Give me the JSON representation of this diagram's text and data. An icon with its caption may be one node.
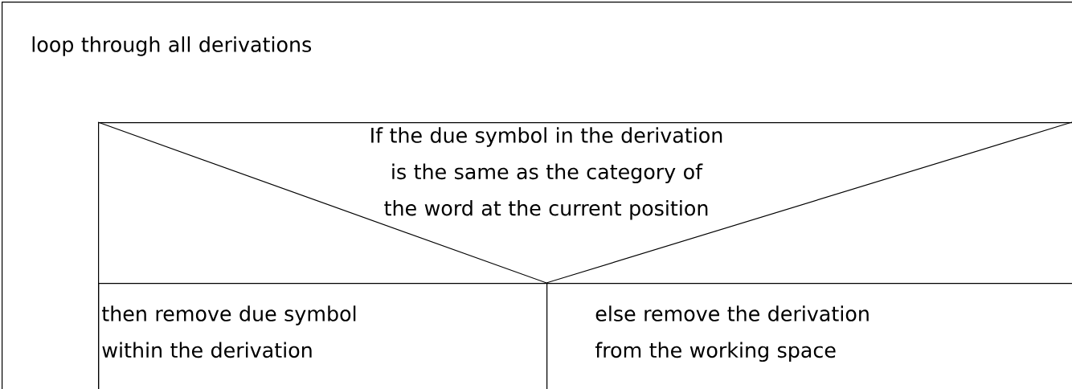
{
  "diagram": {
    "nodes": [
      {
        "text": [
          "loop through all derivations"
        ]
      },
      {
        "text": [
          "If the due symbol in the derivation is the same as the category of the word at the current position"
        ],
        "in": 0
      },
      {
        "text": [
          "then remove due symbol within the derivation"
        ],
        "in": 1
      },
      {
        "text": [
          "else remove the derivation from the working space"
        ],
        "in": 1
      }
    ]
  }
}
